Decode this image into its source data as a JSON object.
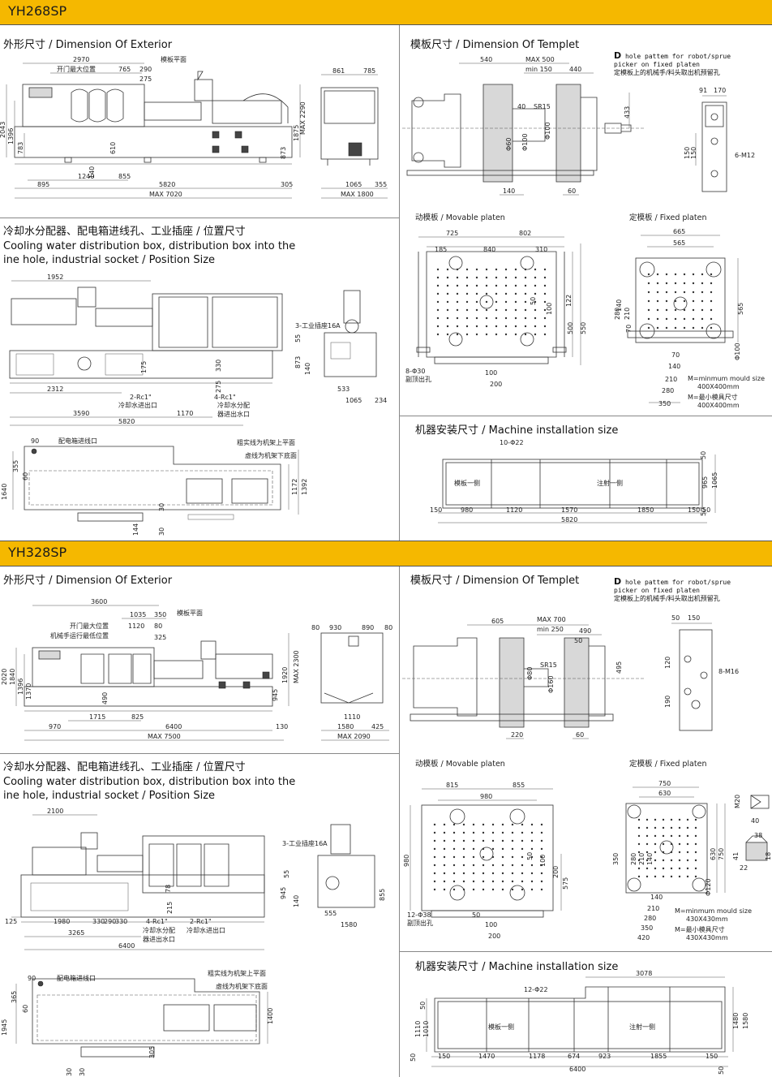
{
  "sections": [
    {
      "model": "YH268SP",
      "exterior_title": "外形尺寸 / Dimension Of Exterior",
      "templet_title": "模板尺寸 / Dimension Of Templet",
      "d_note": {
        "letter": "D",
        "en": "hole pattem for robot/sprue picker on fixed platen",
        "zh": "定模板上的机械手/料头取出机预留孔"
      },
      "cooling_title_zh": "冷却水分配器、配电箱进线孔、工业插座 / 位置尺寸",
      "cooling_title_en": "Cooling water distribution box, distribution box into the ine hole, industrial socket / Position Size",
      "movable_label": "动模板 / Movable platen",
      "fixed_label": "定模板 / Fixed platen",
      "install_title": "机器安装尺寸 / Machine installation size",
      "ext": {
        "d1": "2970",
        "d2": "开门最大位置",
        "d3": "765",
        "d4": "290",
        "d5": "275",
        "d6": "模板平面",
        "h1": "2043",
        "h2": "1396",
        "h3": "783",
        "h4": "610",
        "h5": "140",
        "h6": "1875",
        "h7": "MAX 2290",
        "h8": "873",
        "w1": "1240",
        "w2": "855",
        "w3": "895",
        "w4": "5820",
        "w5": "305",
        "w6": "MAX 7020",
        "s1": "861",
        "s2": "785",
        "s3": "1065",
        "s4": "355",
        "s5": "MAX 1800"
      },
      "tpl": {
        "a": "540",
        "b": "MAX 500",
        "c": "min 150",
        "d": "440",
        "e": "40",
        "f": "SR15",
        "g": "Φ100",
        "h": "Φ60",
        "i": "433",
        "j": "140",
        "k": "60",
        "l": "91",
        "m": "170",
        "n": "150",
        "o": "150",
        "p": "6-M12"
      },
      "cool": {
        "a": "1952",
        "b": "3-工业插座16A",
        "c": "55",
        "d": "873",
        "e": "140",
        "f": "533",
        "g": "1065",
        "h": "234",
        "i": "330",
        "j": "175",
        "k": "275",
        "l": "2312",
        "m": "2-Rc1\"",
        "n": "4-Rc1\"",
        "o": "冷却水进出口",
        "p": "冷却水分配",
        "q": "器进出水口",
        "r": "3590",
        "s": "1170",
        "t": "5820"
      },
      "box": {
        "a": "90",
        "b": "配电箱进线口",
        "c": "粗实线为机架上平面",
        "d": "虚线为机架下底面",
        "e": "355",
        "f": "60",
        "g": "1640",
        "h": "1172",
        "i": "1392",
        "j": "30",
        "k": "144",
        "l": "30"
      },
      "mov": {
        "a": "725",
        "b": "802",
        "c": "185",
        "d": "840",
        "e": "310",
        "f": "50",
        "g": "100",
        "h": "122",
        "i": "500",
        "j": "550",
        "k": "8-Φ30",
        "l": "副顶出孔",
        "m": "100",
        "n": "200"
      },
      "fix": {
        "a": "665",
        "b": "565",
        "c": "280",
        "d": "210",
        "e": "140",
        "f": "70",
        "g": "565",
        "h": "Φ100",
        "i": "70",
        "j": "140",
        "k": "210",
        "l": "280",
        "m": "350",
        "n": "M=minmum mould size",
        "o": "400X400mm",
        "p": "M=最小模具尺寸",
        "q": "400X400mm"
      },
      "inst": {
        "a": "10-Φ22",
        "b": "模板一侧",
        "c": "注射一侧",
        "d": "150",
        "e": "980",
        "f": "1120",
        "g": "1570",
        "h": "1850",
        "i": "150",
        "j": "50",
        "k": "5820",
        "l": "50",
        "m": "965",
        "n": "1065",
        "o": "50"
      }
    },
    {
      "model": "YH328SP",
      "exterior_title": "外形尺寸 / Dimension Of Exterior",
      "templet_title": "模板尺寸 / Dimension Of Templet",
      "d_note": {
        "letter": "D",
        "en": "hole pattem for robot/sprue picker on fixed platen",
        "zh": "定模板上的机械手/料头取出机预留孔"
      },
      "cooling_title_zh": "冷却水分配器、配电箱进线孔、工业插座 / 位置尺寸",
      "cooling_title_en": "Cooling water distribution box, distribution box into the ine hole, industrial socket / Position Size",
      "movable_label": "动模板 / Movable platen",
      "fixed_label": "定模板 / Fixed platen",
      "install_title": "机器安装尺寸 / Machine installation size",
      "ext": {
        "d1": "3600",
        "d2": "开门最大位置",
        "d3": "1035",
        "d4": "350",
        "d5": "1120",
        "d6": "模板平面",
        "d7": "机械手运行最低位置",
        "h1": "2020",
        "h2": "1840",
        "h3": "1396",
        "h4": "1370",
        "h5": "490",
        "h6": "1920",
        "h7": "MAX 2300",
        "h8": "945",
        "w1": "1715",
        "w2": "825",
        "w3": "970",
        "w4": "6400",
        "w5": "130",
        "w6": "MAX 7500",
        "w7": "80",
        "w8": "325",
        "s1": "80",
        "s2": "930",
        "s3": "890",
        "s4": "80",
        "s5": "1110",
        "s6": "1580",
        "s7": "425",
        "s8": "MAX 2090"
      },
      "tpl": {
        "a": "605",
        "b": "MAX 700",
        "c": "min 250",
        "d": "490",
        "e": "50",
        "f": "SR15",
        "g": "Φ80",
        "h": "Φ160",
        "i": "495",
        "j": "220",
        "k": "60",
        "l": "50",
        "m": "150",
        "n": "120",
        "o": "190",
        "p": "8-M16"
      },
      "cool": {
        "a": "2100",
        "b": "3-工业插座16A",
        "c": "55",
        "d": "945",
        "e": "140",
        "f": "555",
        "g": "1580",
        "h": "855",
        "i": "215",
        "j": "78",
        "k": "125",
        "l": "1980",
        "m": "330",
        "n": "290",
        "o": "330",
        "p": "3265",
        "q": "6400",
        "r": "4-Rc1\"",
        "s": "冷却水分配",
        "t": "器进出水口",
        "u": "2-Rc1\"",
        "v": "冷却水进出口"
      },
      "box": {
        "a": "90",
        "b": "配电箱进线口",
        "c": "粗实线为机架上平面",
        "d": "虚线为机架下底面",
        "e": "365",
        "f": "60",
        "g": "1945",
        "h": "1400",
        "i": "305",
        "j": "30",
        "k": "30"
      },
      "mov": {
        "a": "815",
        "b": "855",
        "c": "980",
        "d": "980",
        "e": "50",
        "f": "100",
        "g": "200",
        "h": "575",
        "i": "12-Φ38",
        "j": "副顶出孔",
        "k": "50",
        "l": "100",
        "m": "200"
      },
      "fix": {
        "a": "750",
        "b": "630",
        "c": "350",
        "d": "280",
        "e": "210",
        "f": "140",
        "g": "630",
        "h": "750",
        "i": "Φ120",
        "j": "140",
        "k": "210",
        "l": "280",
        "m": "350",
        "n": "420",
        "o": "M=minmum mould size",
        "p": "430X430mm",
        "q": "M=最小模具尺寸",
        "r": "430X430mm",
        "s": "M20",
        "t": "40",
        "u": "38",
        "v": "41",
        "w": "18",
        "x": "22"
      },
      "inst": {
        "a": "3078",
        "b": "12-Φ22",
        "c": "模板一侧",
        "d": "注射一侧",
        "e": "150",
        "f": "1470",
        "g": "1178",
        "h": "674",
        "i": "923",
        "j": "1855",
        "k": "150",
        "l": "50",
        "m": "6400",
        "n": "50",
        "o": "1110",
        "p": "1010",
        "q": "1480",
        "r": "1580",
        "s": "50"
      }
    }
  ]
}
